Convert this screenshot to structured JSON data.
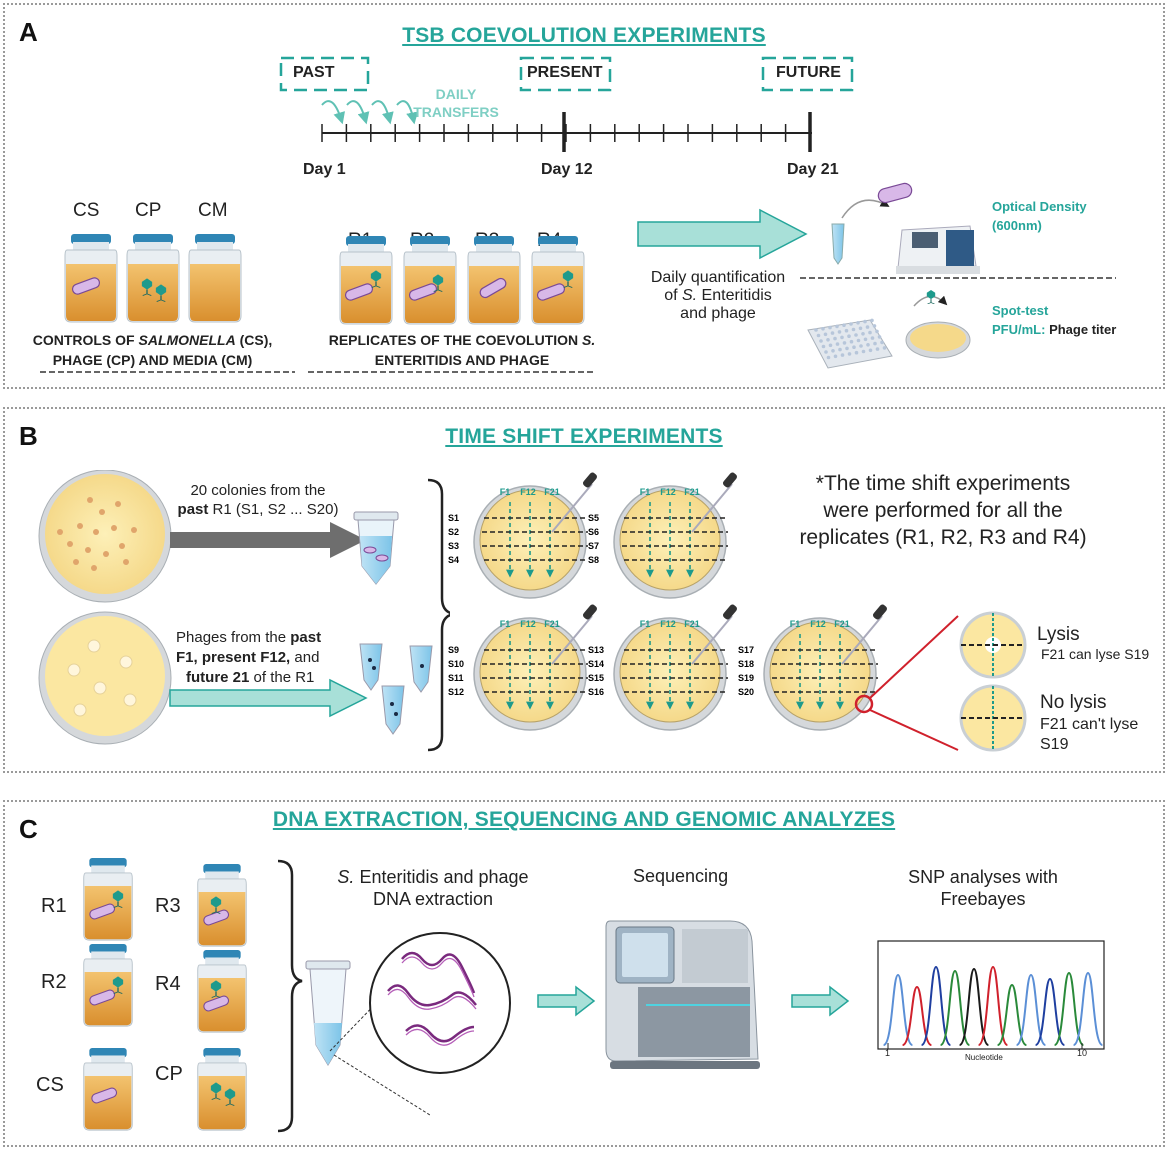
{
  "colors": {
    "teal": "#25a59a",
    "teal_light": "#a8e0d8",
    "broth": "#e8a84a",
    "plate": "#fbe7a1",
    "lysis_red": "#d0212c"
  },
  "panel_a": {
    "label": "A",
    "title": "TSB COEVOLUTION EXPERIMENTS",
    "timeline": {
      "past": "PAST",
      "present": "PRESENT",
      "future": "FUTURE",
      "daily_transfers_line1": "DAILY",
      "daily_transfers_line2": "TRANSFERS",
      "day1": "Day 1",
      "day12": "Day 12",
      "day21": "Day 21"
    },
    "controls": {
      "labels": [
        "CS",
        "CP",
        "CM"
      ],
      "caption_line1_pre": "CONTROLS OF ",
      "caption_line1_em": "SALMONELLA",
      "caption_line1_post": " (CS),",
      "caption_line2": "PHAGE (CP) AND MEDIA (CM)"
    },
    "replicates": {
      "labels": [
        "R1",
        "R2",
        "R3",
        "R4"
      ],
      "caption_line1_pre": "REPLICATES OF THE COEVOLUTION ",
      "caption_line1_em": "S.",
      "caption_line2": "ENTERITIDIS AND PHAGE"
    },
    "quantification": {
      "line1": "Daily quantification",
      "line2_em": "S.",
      "line2_post": " Enteritidis",
      "line2_pre": "of ",
      "line3": "and phage"
    },
    "od": {
      "line1": "Optical Density",
      "line2": "(600nm)"
    },
    "spot": {
      "line1": "Spot-test",
      "line2_bold": "PFU/mL:",
      "line2_post": " Phage titer"
    }
  },
  "panel_b": {
    "label": "B",
    "title": "TIME SHIFT  EXPERIMENTS",
    "colonies": {
      "line1": "20 colonies from the",
      "line2_bold": "past",
      "line2_post": " R1 (S1, S2 ... S20)"
    },
    "phages": {
      "line1_pre": "Phages from the ",
      "line1_bold": "past",
      "line2_bold": "F1, present F12,",
      "line2_post": " and",
      "line3_bold": "future 21",
      "line3_post": " of the R1"
    },
    "plate_cols": [
      "F1",
      "F12",
      "F21"
    ],
    "plate_rows": [
      [
        "S1",
        "S2",
        "S3",
        "S4"
      ],
      [
        "S5",
        "S6",
        "S7",
        "S8"
      ],
      [
        "S9",
        "S10",
        "S11",
        "S12"
      ],
      [
        "S13",
        "S14",
        "S15",
        "S16"
      ],
      [
        "S17",
        "S18",
        "S19",
        "S20"
      ]
    ],
    "note": {
      "line1": "*The time shift experiments",
      "line2": "were performed for all the",
      "line3": "replicates (R1, R2, R3 and R4)"
    },
    "lysis": {
      "title": "Lysis",
      "desc": "F21 can lyse S19"
    },
    "nolysis": {
      "title": "No lysis",
      "desc1": "F21 can't lyse",
      "desc2": "S19"
    }
  },
  "panel_c": {
    "label": "C",
    "title": "DNA EXTRACTION, SEQUENCING AND GENOMIC ANALYZES",
    "bottle_labels": [
      "R1",
      "R3",
      "R2",
      "R4",
      "CS",
      "CP"
    ],
    "extraction": {
      "line1_em": "S.",
      "line1_post": " Enteritidis and phage",
      "line2": "DNA extraction"
    },
    "sequencing": "Sequencing",
    "snp": {
      "line1": "SNP analyses with",
      "line2": "Freebayes"
    },
    "chromatogram": {
      "xlabel": "Nucleotide",
      "tick_start": "1",
      "tick_end": "10"
    }
  }
}
